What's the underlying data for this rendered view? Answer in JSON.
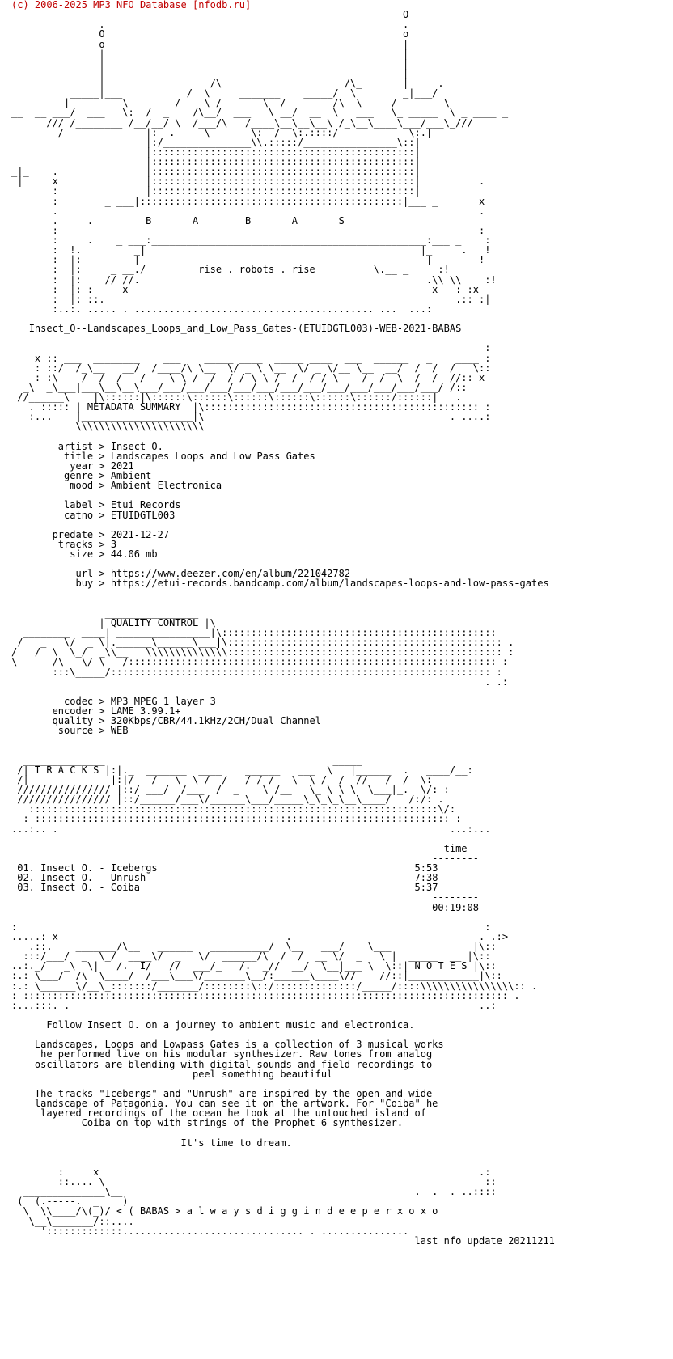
{
  "credit": "(c) 2006-2025 MP3 NFO Database [nfodb.ru]",
  "banner_letters": "B       A        B       A       S",
  "banner_motto": "rise . robots . rise",
  "release_name": "Insect_O--Landscapes_Loops_and_Low_Pass_Gates-(ETUIDGTL003)-WEB-2021-BABAS",
  "sections": {
    "metadata": "METADATA SUMMARY",
    "quality": "QUALITY CONTROL",
    "tracks": "T R A C K S",
    "notes": "N O T E S"
  },
  "metadata": {
    "artist": "Insect O.",
    "title": "Landscapes Loops and Low Pass Gates",
    "year": "2021",
    "genre": "Ambient",
    "mood": "Ambient Electronica",
    "label": "Etui Records",
    "catno": "ETUIDGTL003",
    "predate": "2021-12-27",
    "tracks": "3",
    "size": "44.06 mb",
    "url": "https://www.deezer.com/en/album/221042782",
    "buy": "https://etui-records.bandcamp.com/album/landscapes-loops-and-low-pass-gates"
  },
  "quality": {
    "codec": "MP3 MPEG 1 layer 3",
    "encoder": "LAME 3.99.1+",
    "quality": "320Kbps/CBR/44.1kHz/2CH/Dual Channel",
    "source": "WEB"
  },
  "tracklist": {
    "time_header": "time",
    "items": [
      {
        "num": "01.",
        "name": "Insect O. - Icebergs",
        "time": "5:53"
      },
      {
        "num": "02.",
        "name": "Insect O. - Unrush",
        "time": "7:38"
      },
      {
        "num": "03.",
        "name": "Insect O. - Coiba",
        "time": "5:37"
      }
    ],
    "total": "00:19:08"
  },
  "notes": {
    "p1": "Follow Insect O. on a journey to ambient music and electronica.",
    "p2": [
      "Landscapes, Loops and Lowpass Gates is a collection of 3 musical works",
      "he performed live on his modular synthesizer. Raw tones from analog",
      "oscillators are blending with digital sounds and field recordings to",
      "peel something beautiful"
    ],
    "p3": [
      "The tracks \"Icebergs\" and \"Unrush\" are inspired by the open and wide",
      "landscape of Patagonia. You can see it on the artwork. For \"Coiba\" he",
      "layered recordings of the ocean he took at the untouched island of",
      "Coiba on top with strings of the Prophet 6 synthesizer."
    ],
    "p4": "It's time to dream."
  },
  "footer": {
    "tagline": "( BABAS > a l w a y s d i g g i n d e e p e r x o x o",
    "update": "last nfo update 20211211"
  }
}
